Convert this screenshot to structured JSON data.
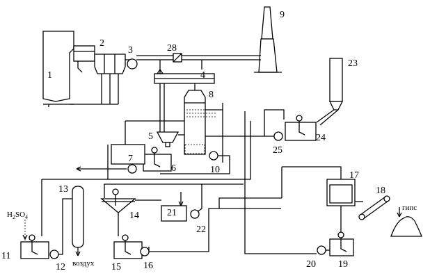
{
  "numbers": [
    "1",
    "2",
    "3",
    "4",
    "5",
    "6",
    "7",
    "8",
    "9",
    "10",
    "11",
    "12",
    "13",
    "14",
    "15",
    "16",
    "17",
    "18",
    "19",
    "20",
    "21",
    "22",
    "23",
    "24",
    "25",
    "28"
  ],
  "labels": {
    "acid_prefix": "H",
    "acid_sub1": "2",
    "acid_mid": "SO",
    "acid_sub2": "4",
    "air": "воздух",
    "gypsum": "гипс"
  }
}
